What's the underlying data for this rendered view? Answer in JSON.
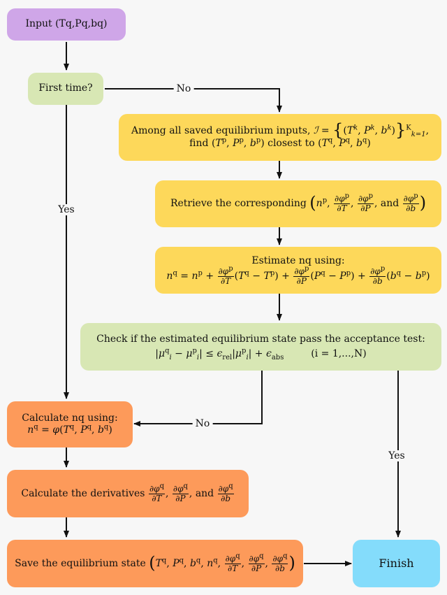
{
  "nodes": {
    "input": "Input (Tq,Pq,bq)",
    "first_time": "First time?",
    "find": {
      "line1_prefix": "Among all saved equilibrium inputs,",
      "line2_prefix": "find",
      "line2_mid": "closest to"
    },
    "retrieve": {
      "prefix": "Retrieve the corresponding",
      "and": "and"
    },
    "estimate": {
      "title": "Estimate nq using:"
    },
    "check": {
      "title": "Check if the estimated equilibrium state pass the acceptance test:",
      "range": "(i = 1,...,N)"
    },
    "calculate_n": {
      "title": "Calculate nq using:"
    },
    "derivatives": {
      "prefix": "Calculate the derivatives",
      "and": "and"
    },
    "save": {
      "prefix": "Save the equilibrium state"
    },
    "finish": "Finish"
  },
  "edges": {
    "no_first": "No",
    "yes_first": "Yes",
    "no_check": "No",
    "yes_check": "Yes"
  },
  "colors": {
    "start": "#cfa6e8",
    "decision": "#d8e7b4",
    "process_yellow": "#fdd85a",
    "process_orange": "#fd9a5a",
    "end": "#84dcfb"
  }
}
